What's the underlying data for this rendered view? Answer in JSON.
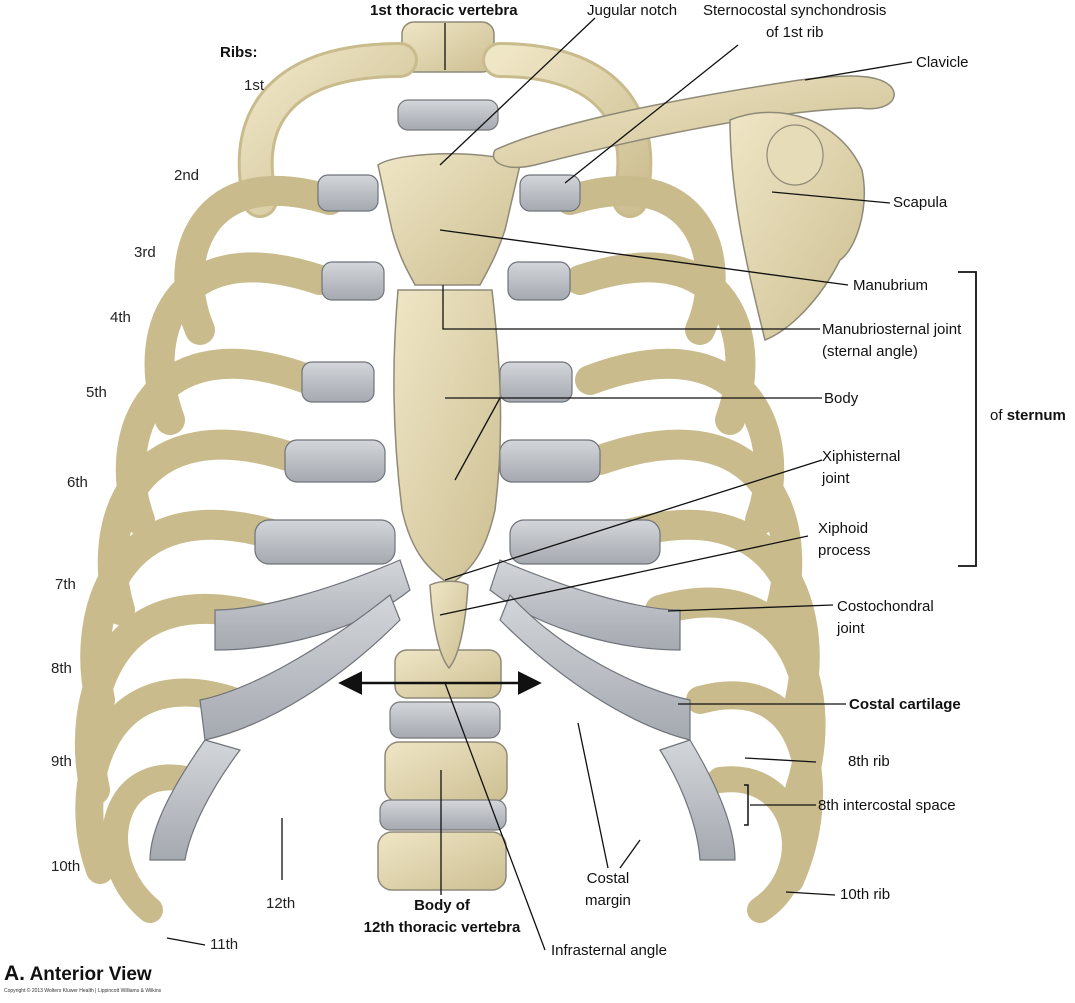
{
  "figure": {
    "caption_letter": "A.",
    "caption_text": "Anterior View",
    "copyright": "Copyright © 2013 Wolters Kluwer Health | Lippincott Williams & Wilkins",
    "colors": {
      "bone": "#ddd0a6",
      "cartilage": "#b9bcc2",
      "leader": "#111111",
      "shade": "#8f8a78"
    }
  },
  "ribs": {
    "heading": "Ribs:",
    "numbers": [
      "1st",
      "2nd",
      "3rd",
      "4th",
      "5th",
      "6th",
      "7th",
      "8th",
      "9th",
      "10th",
      "11th",
      "12th"
    ]
  },
  "labels": {
    "first_thoracic_vertebra": "1st thoracic vertebra",
    "jugular_notch": "Jugular notch",
    "sternocostal_line1": "Sternocostal synchondrosis",
    "sternocostal_line2": "of 1st rib",
    "clavicle": "Clavicle",
    "scapula": "Scapula",
    "manubrium": "Manubrium",
    "manubriosternal_line1": "Manubriosternal joint",
    "manubriosternal_line2": "(sternal angle)",
    "body": "Body",
    "of_sternum_prefix": "of ",
    "of_sternum_bold": "sternum",
    "xiphisternal_line1": "Xiphisternal",
    "xiphisternal_line2": "joint",
    "xiphoid_line1": "Xiphoid",
    "xiphoid_line2": "process",
    "costochondral_line1": "Costochondral",
    "costochondral_line2": "joint",
    "costal_cartilage": "Costal cartilage",
    "eighth_rib": "8th rib",
    "eighth_intercostal": "8th intercostal space",
    "tenth_rib": "10th rib",
    "costal_margin_line1": "Costal",
    "costal_margin_line2": "margin",
    "body_12th_line1": "Body of",
    "body_12th_line2": "12th thoracic vertebra",
    "infrasternal_angle": "Infrasternal angle"
  }
}
